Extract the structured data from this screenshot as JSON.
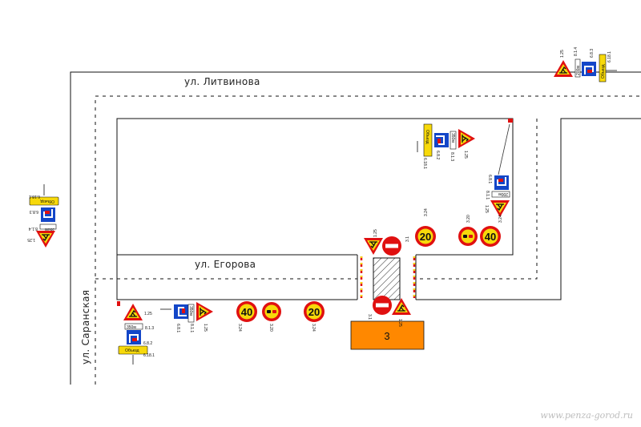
{
  "streets": {
    "litvinova": "ул. Литвинова",
    "egorova": "ул. Егорова",
    "saranskaya": "ул. Саранская"
  },
  "object_label": "3",
  "watermark": "www.penza-gorod.ru",
  "signs": {
    "s1_25": "1.25",
    "s3_1": "3.1",
    "s3_20": "3.20",
    "s3_24": "3.24",
    "s6_8_1": "6.8.1",
    "s6_8_2": "6.8.2",
    "s6_8_3": "6.8.3",
    "s6_18_1": "6.18.1",
    "s8_1_1": "8.1.1",
    "s8_1_3": "8.1.3",
    "s8_1_4": "8.1.4",
    "speed_20": "20",
    "speed_40": "40",
    "dist_350": "350м",
    "dist_200": "200м",
    "plate_350": "350м",
    "plate_200": "200м",
    "detour": "Объезд"
  },
  "colors": {
    "road_line": "#111111",
    "sign_red": "#e01010",
    "sign_yellow": "#f7d90a",
    "sign_blue": "#1346c8",
    "object_fill": "#ff8800"
  }
}
